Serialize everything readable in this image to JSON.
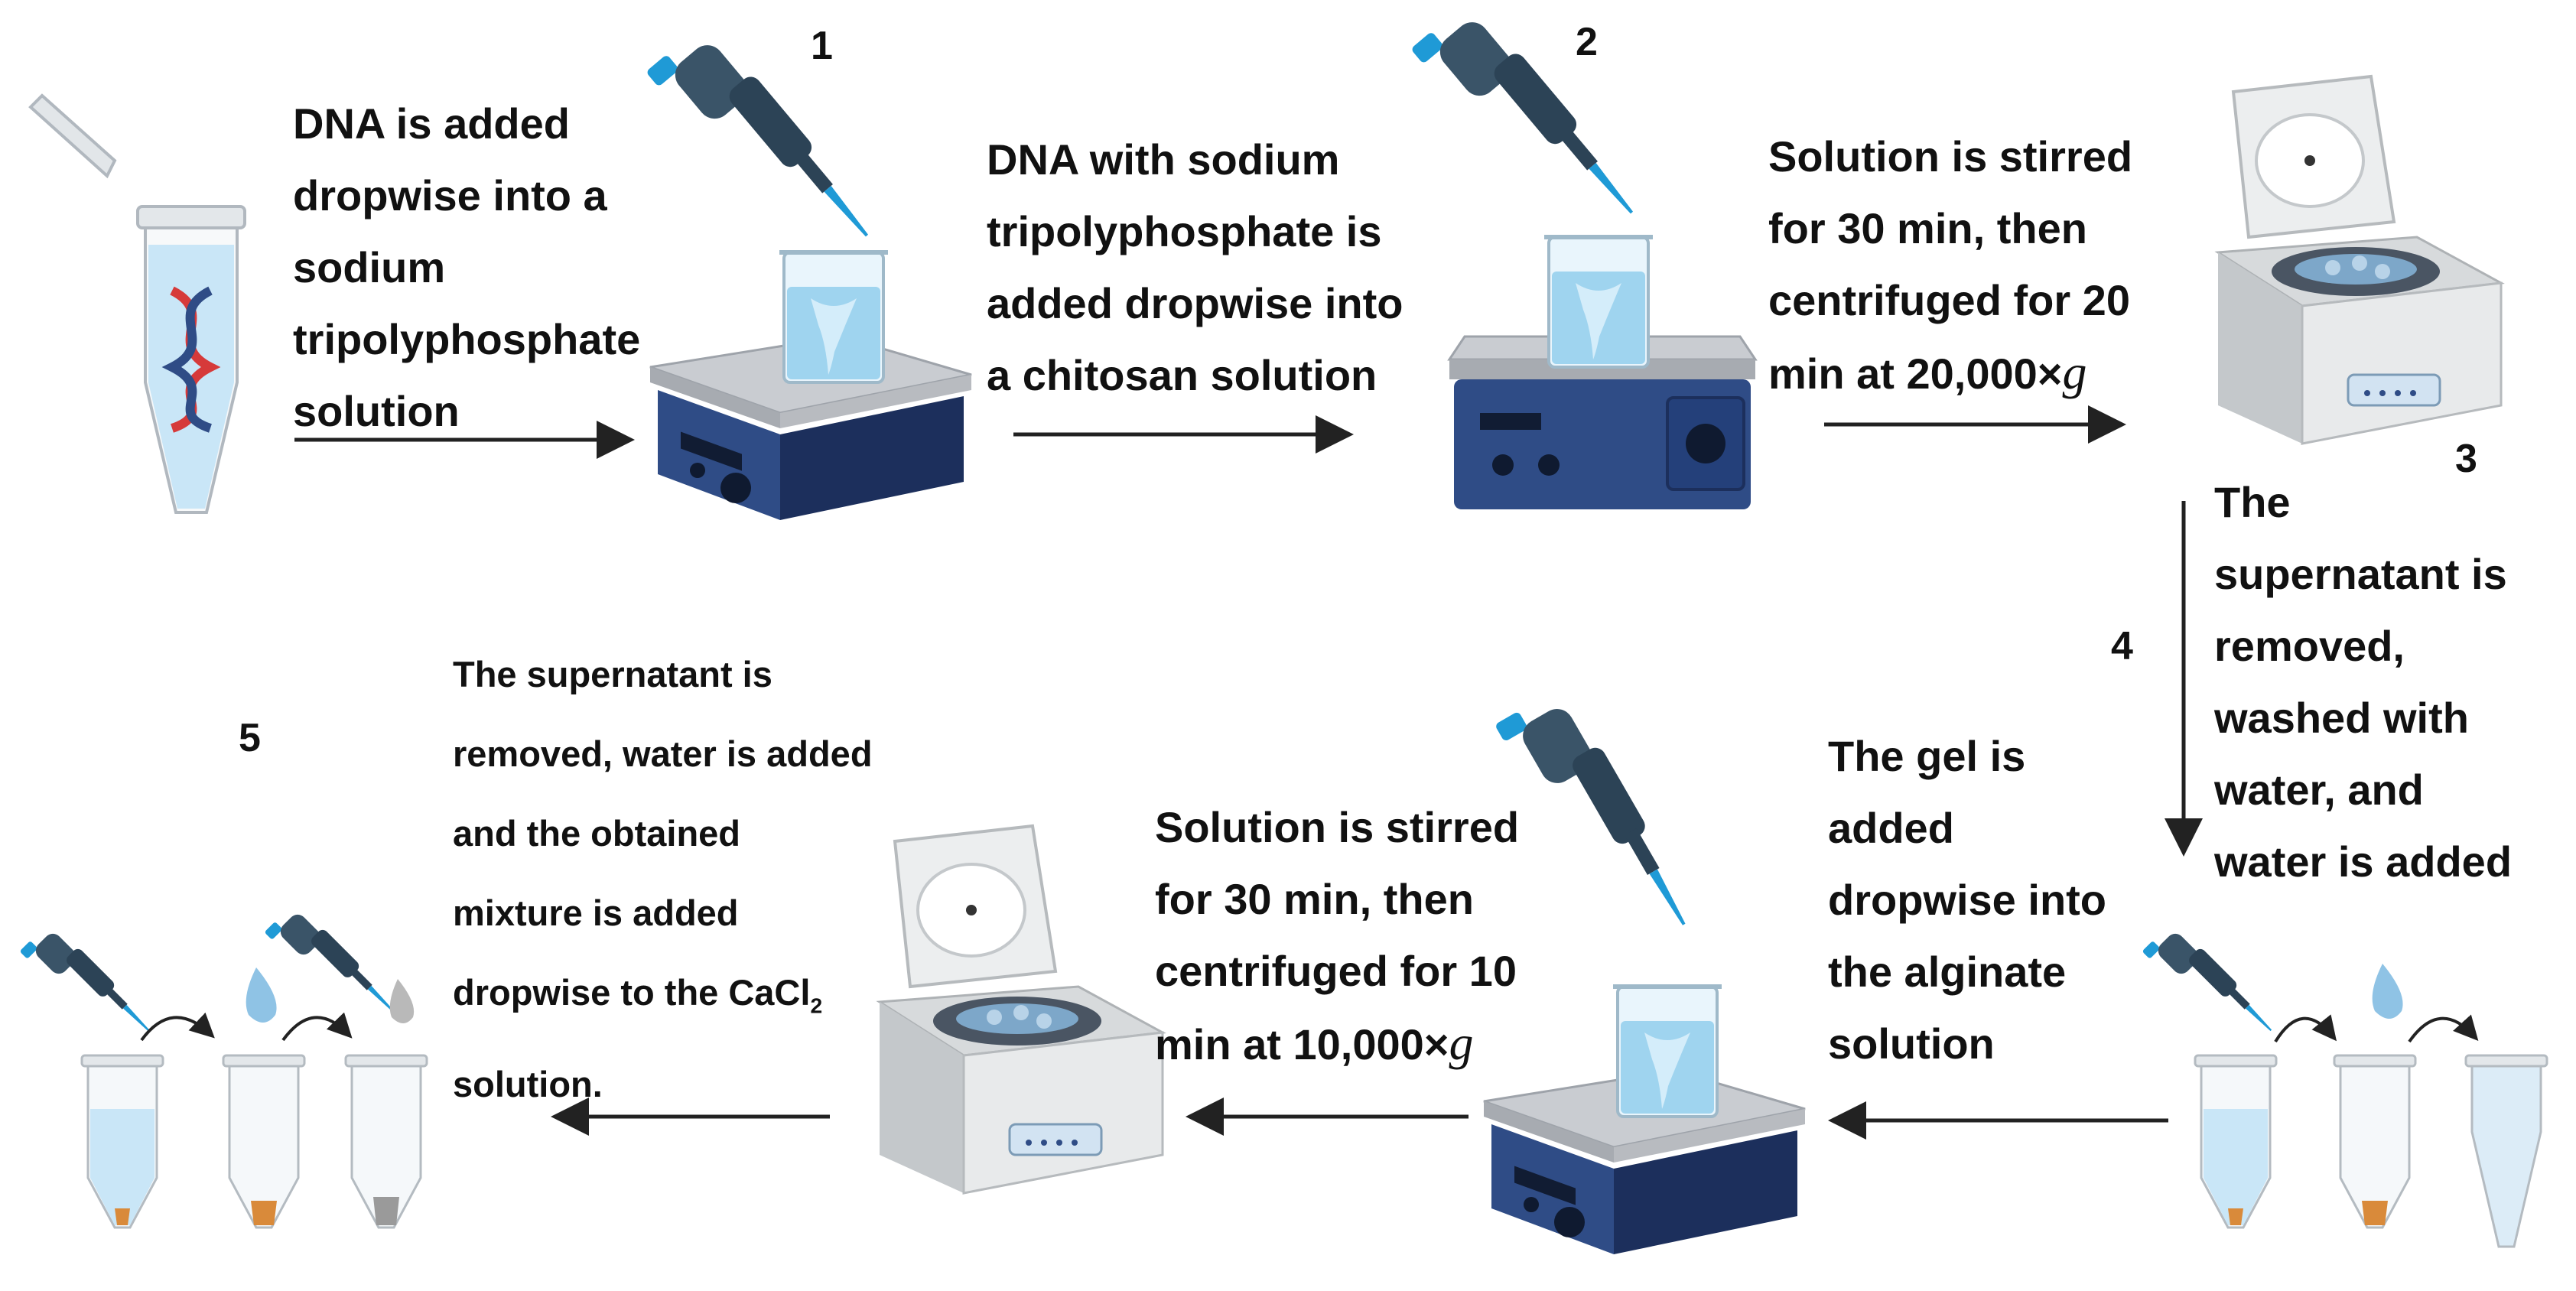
{
  "steps": {
    "step1": {
      "number": "1",
      "text": "DNA is added\ndropwise into a\nsodium\ntripolyphosphate\nsolution"
    },
    "step2": {
      "number": "2",
      "text": "DNA with sodium\ntripolyphosphate is\nadded dropwise into\na chitosan solution"
    },
    "step3": {
      "number": "3",
      "text_prefix": "Solution is stirred\nfor 30 min, then\ncentrifuged for 20\nmin at 20,000×",
      "g_symbol": "g"
    },
    "step4": {
      "number": "4",
      "text": "The\nsupernatant is\nremoved,\nwashed with\nwater, and\nwater is added"
    },
    "step5": {
      "number": "5",
      "text_prefix": "The supernatant is\nremoved, water is added\nand the obtained\nmixture is added\ndropwise to the CaCl",
      "subscript": "2",
      "text_suffix": "\nsolution."
    },
    "gel": {
      "text": "The gel is\nadded\ndropwise into\nthe alginate\nsolution"
    },
    "stir10": {
      "text_prefix": " Solution is stirred\nfor 30 min, then\ncentrifuged for 10\nmin at 10,000×",
      "g_symbol": "g"
    }
  },
  "colors": {
    "equipment_body": "#2f4c86",
    "equipment_dark": "#1c2f5c",
    "pipette": "#3a5468",
    "liquid_blue": "#c9e6f7",
    "pellet_orange": "#d98a3a",
    "pellet_gray": "#9a9a9a",
    "arrow": "#222222"
  },
  "icons": [
    "dna-tube-icon",
    "pipette-icon",
    "stir-plate-icon",
    "beaker-icon",
    "centrifuge-icon",
    "tube-icon",
    "water-drop-icon",
    "curved-arrow-icon"
  ]
}
